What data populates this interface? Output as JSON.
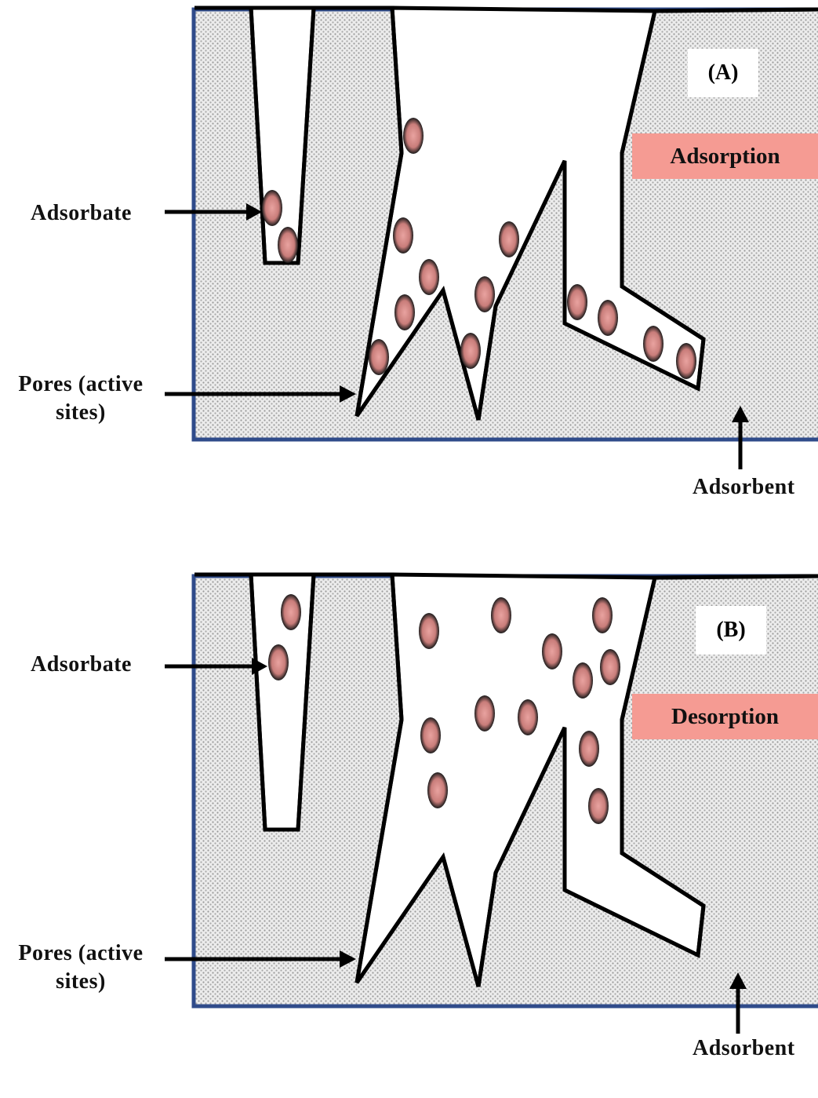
{
  "panels": [
    {
      "id_label": "(A)",
      "process_label": "Adsorption",
      "adsorbate_label": "Adsorbate",
      "pores_label_line1": "Pores (active",
      "pores_label_line2": "sites)",
      "adsorbent_label": "Adsorbent"
    },
    {
      "id_label": "(B)",
      "process_label": "Desorption",
      "adsorbate_label": "Adsorbate",
      "pores_label_line1": "Pores (active",
      "pores_label_line2": "sites)",
      "adsorbent_label": "Adsorbent"
    }
  ],
  "colors": {
    "frame": "#2f4b8a",
    "pore_outline": "#000000",
    "label_fill": "#f59b93",
    "particle_fill": "#d98a87",
    "speckle": "#9a9a9a"
  }
}
